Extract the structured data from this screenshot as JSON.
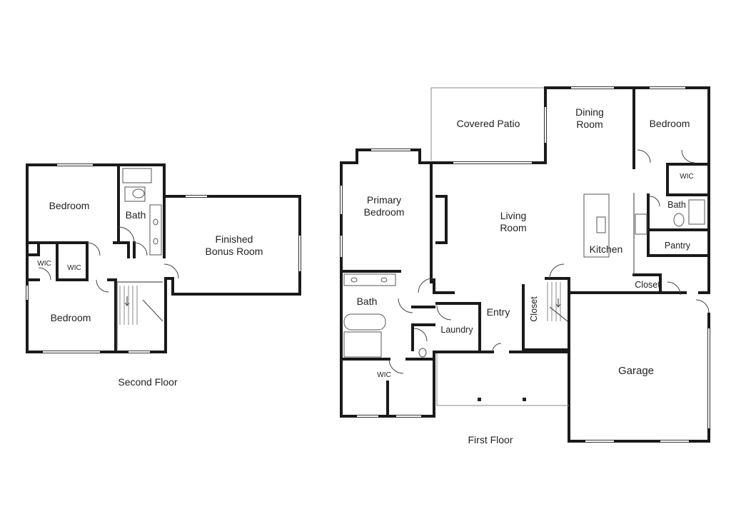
{
  "floors": {
    "second": {
      "caption": "Second Floor",
      "rooms": {
        "bedroom_top": "Bedroom",
        "bath": "Bath",
        "bonus_line1": "Finished",
        "bonus_line2": "Bonus Room",
        "wic_left": "WIC",
        "wic_right": "WIC",
        "bedroom_bottom": "Bedroom"
      }
    },
    "first": {
      "caption": "First Floor",
      "rooms": {
        "covered_patio": "Covered Patio",
        "dining_line1": "Dining",
        "dining_line2": "Room",
        "bedroom": "Bedroom",
        "wic_right": "WIC",
        "bath_right": "Bath",
        "primary_line1": "Primary",
        "primary_line2": "Bedroom",
        "living_line1": "Living",
        "living_line2": "Room",
        "kitchen": "Kitchen",
        "pantry": "Pantry",
        "closet_right": "Closet",
        "bath_primary": "Bath",
        "entry": "Entry",
        "closet_vertical": "Closet",
        "laundry": "Laundry",
        "garage": "Garage",
        "wic_primary": "WIC"
      }
    }
  }
}
